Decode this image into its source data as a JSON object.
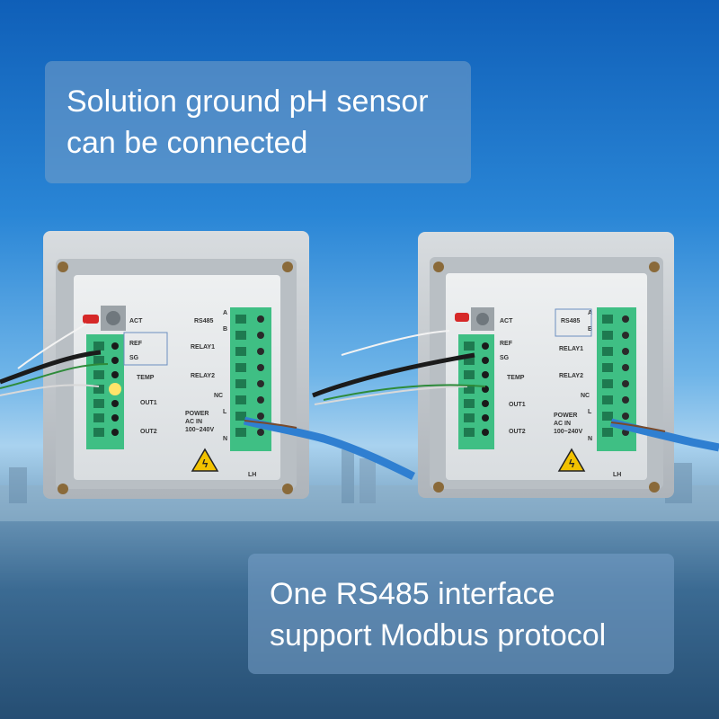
{
  "callouts": {
    "top": {
      "line1": "Solution ground pH sensor",
      "line2": "can be connected"
    },
    "bottom": {
      "line1": "One RS485 interface",
      "line2": "support Modbus protocol"
    }
  },
  "panel_labels": {
    "act": "ACT",
    "ref": "REF",
    "sg": "SG",
    "temp": "TEMP",
    "out1": "OUT1",
    "out2": "OUT2",
    "rs485": "RS485",
    "a": "A",
    "b": "B",
    "relay1": "RELAY1",
    "relay2": "RELAY2",
    "nc": "NC",
    "power": "POWER",
    "acin": "AC IN",
    "voltage": "100~240V",
    "l": "L",
    "n": "N",
    "lh": "LH"
  },
  "colors": {
    "terminal_green": "#3fbf84",
    "housing": "#c9cdd1",
    "cable_blue": "#2f7fd1",
    "warning_yellow": "#f2c200"
  }
}
